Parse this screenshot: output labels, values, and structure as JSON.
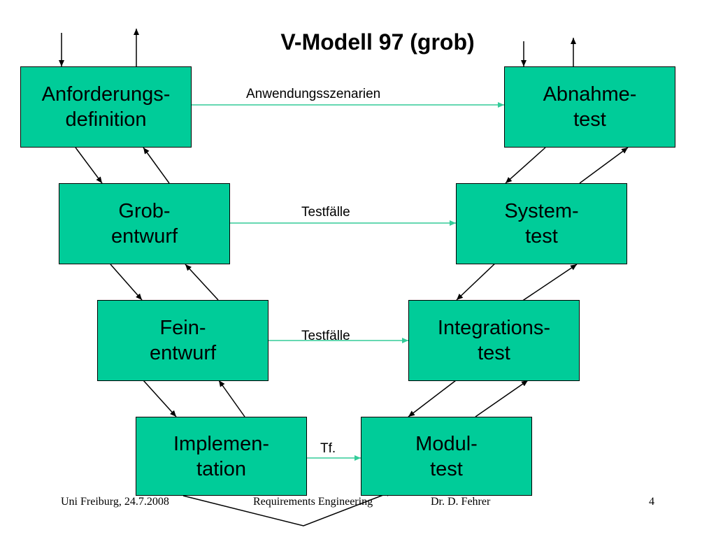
{
  "title": "V-Modell 97 (grob)",
  "colors": {
    "box_fill": "#00cc99",
    "flow_arrow": "#33cc99",
    "line": "#000000"
  },
  "left_boxes": [
    {
      "line1": "Anforderungs-",
      "line2": "definition"
    },
    {
      "line1": "Grob-",
      "line2": "entwurf"
    },
    {
      "line1": "Fein-",
      "line2": "entwurf"
    },
    {
      "line1": "Implemen-",
      "line2": "tation"
    }
  ],
  "right_boxes": [
    {
      "line1": "Abnahme-",
      "line2": "test"
    },
    {
      "line1": "System-",
      "line2": "test"
    },
    {
      "line1": "Integrations-",
      "line2": "test"
    },
    {
      "line1": "Modul-",
      "line2": "test"
    }
  ],
  "flows": [
    {
      "label": "Anwendungsszenarien"
    },
    {
      "label": "Testfälle"
    },
    {
      "label": "Testfälle"
    },
    {
      "label": "Tf."
    }
  ],
  "footer": {
    "left": "Uni Freiburg, 24.7.2008",
    "center": "Requirements Engineering",
    "author": "Dr. D. Fehrer",
    "page": "4"
  }
}
